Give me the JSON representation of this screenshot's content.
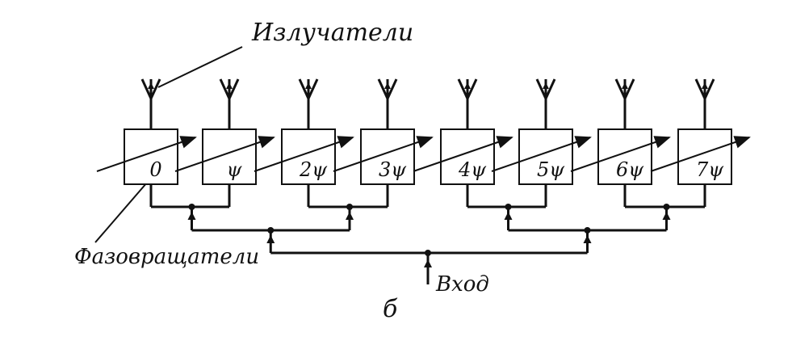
{
  "labels": {
    "emitters": "Излучатели",
    "phase_shifters": "Фазовращатели",
    "input": "Вход",
    "caption": "б"
  },
  "shifters": [
    {
      "phase": "0"
    },
    {
      "phase": "ψ"
    },
    {
      "phase": "2ψ"
    },
    {
      "phase": "3ψ"
    },
    {
      "phase": "4ψ"
    },
    {
      "phase": "5ψ"
    },
    {
      "phase": "6ψ"
    },
    {
      "phase": "7ψ"
    }
  ]
}
